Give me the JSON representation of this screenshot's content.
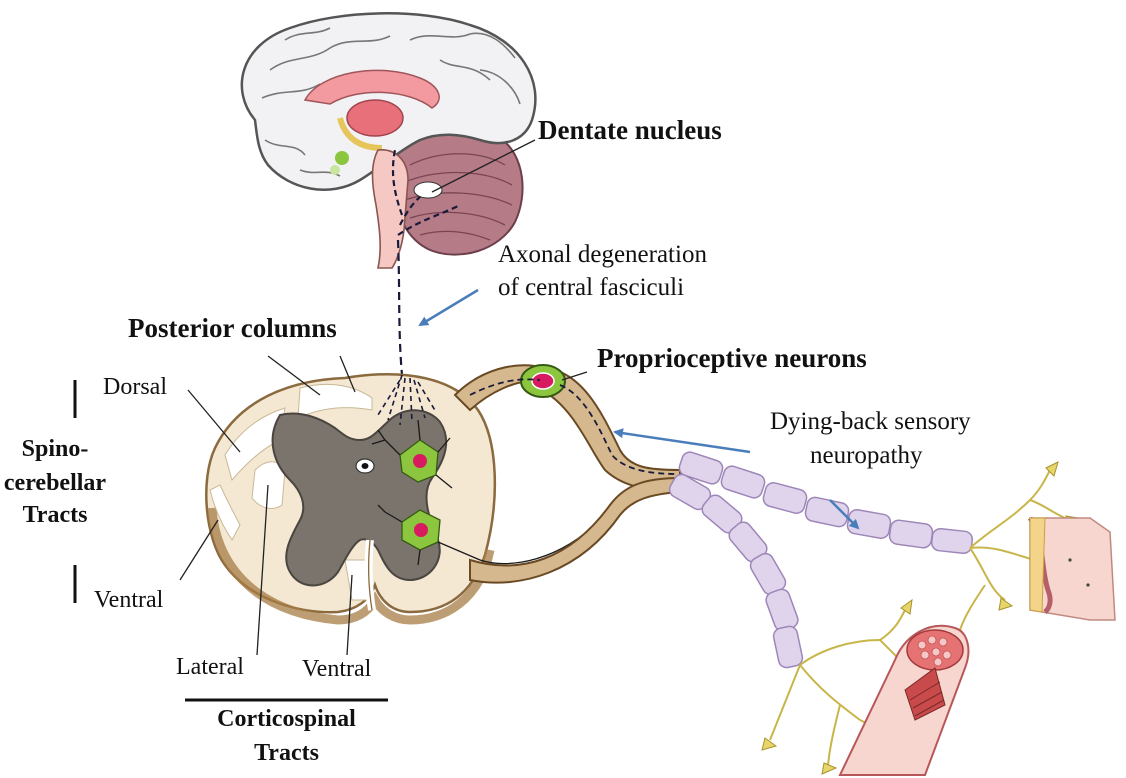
{
  "labels": {
    "dentate_nucleus": "Dentate nucleus",
    "axonal_line1": "Axonal degeneration",
    "axonal_line2": "of central fasciculi",
    "posterior_columns": "Posterior columns",
    "proprioceptive_neurons": "Proprioceptive neurons",
    "dying_back_line1": "Dying-back sensory",
    "dying_back_line2": "neuropathy",
    "dorsal": "Dorsal",
    "ventral_left": "Ventral",
    "spino_line1": "Spino-",
    "spino_line2": "cerebellar",
    "spino_line3": "Tracts",
    "lateral": "Lateral",
    "ventral_bottom": "Ventral",
    "corticospinal_line1": "Corticospinal",
    "corticospinal_line2": "Tracts"
  },
  "colors": {
    "arrow": "#4a7ebb",
    "cortex": "#f2f2f4",
    "white_matter": "#f4e8d2",
    "white_matter_edge": "#8a6a3e",
    "gray_matter": "#7a746c",
    "nerve_segment": "#e0d4ec",
    "neuron_body": "#8cc63f",
    "neuron_nucleus": "#d81b60",
    "cerebellum": "#b57b86"
  }
}
